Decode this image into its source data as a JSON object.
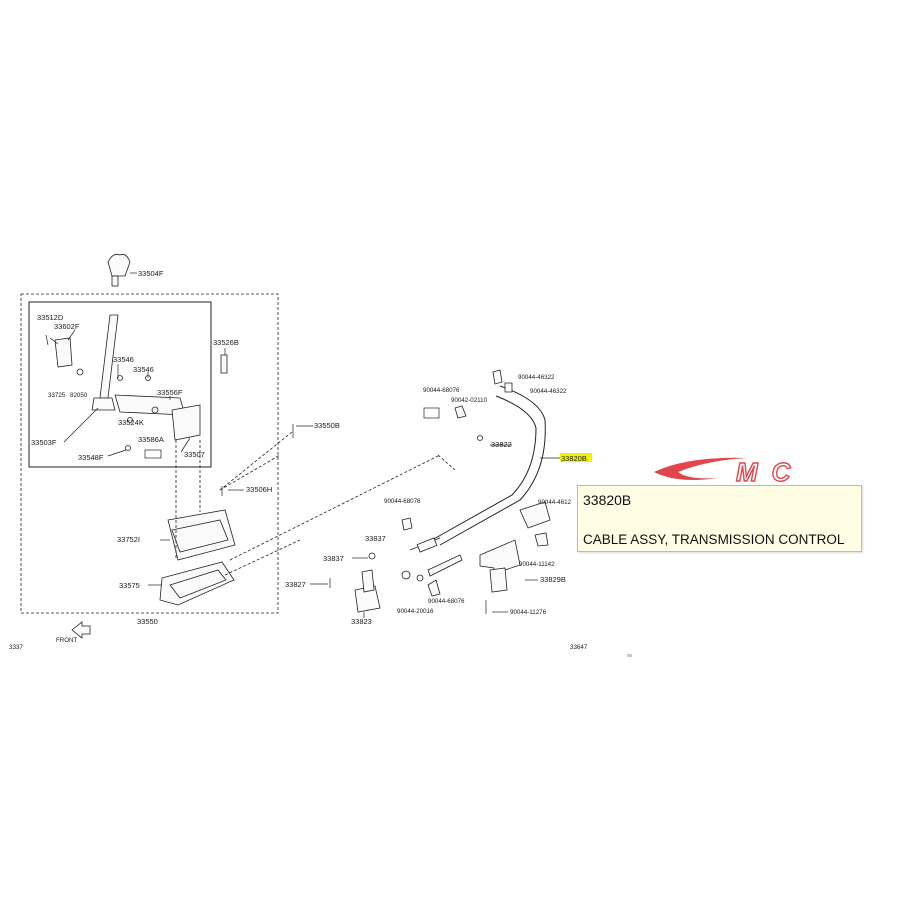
{
  "labels": {
    "p33504F": "33504F",
    "p33512D": "33512D",
    "p33602F": "33602F",
    "p33546a": "33546",
    "p33546b": "33546",
    "p33725": "33725",
    "p82050": "82050",
    "p33556F": "33556F",
    "p33524K": "33524K",
    "p33586A": "33586A",
    "p33503F": "33503F",
    "p33548F": "33548F",
    "p33507": "33507",
    "p33526B": "33526B",
    "p33550B": "33550B",
    "p33506H": "33506H",
    "p33752I": "33752I",
    "p33575": "33575",
    "p33550": "33550",
    "front": "FRONT",
    "corner_left": "3337",
    "p90044_68076a": "90044-68076",
    "p90042_02110": "90042-02110",
    "p90044_46322a": "90044-46322",
    "p90044_46322b": "90044-46322",
    "p33822": "33822",
    "p33820B": "33820B",
    "p90044_68076b": "90044-68076",
    "p90044_4612": "90044-4612",
    "p33837a": "33837",
    "p33837b": "33837",
    "p33823": "33823",
    "p33827": "33827",
    "p90044_20016": "90044-20016",
    "p90044_68076c": "90044-68076",
    "p90044_11142": "90044-11142",
    "p33829B": "33829B",
    "p90044_11276": "90044-11276",
    "corner_right": "33647"
  },
  "tooltip": {
    "title": "33820B",
    "description": "CABLE ASSY, TRANSMISSION CONTROL"
  },
  "logo": {
    "text": "MC",
    "color": "#e0464b"
  },
  "colors": {
    "highlight": "#f5f000",
    "tooltip_bg": "#fffde3"
  }
}
